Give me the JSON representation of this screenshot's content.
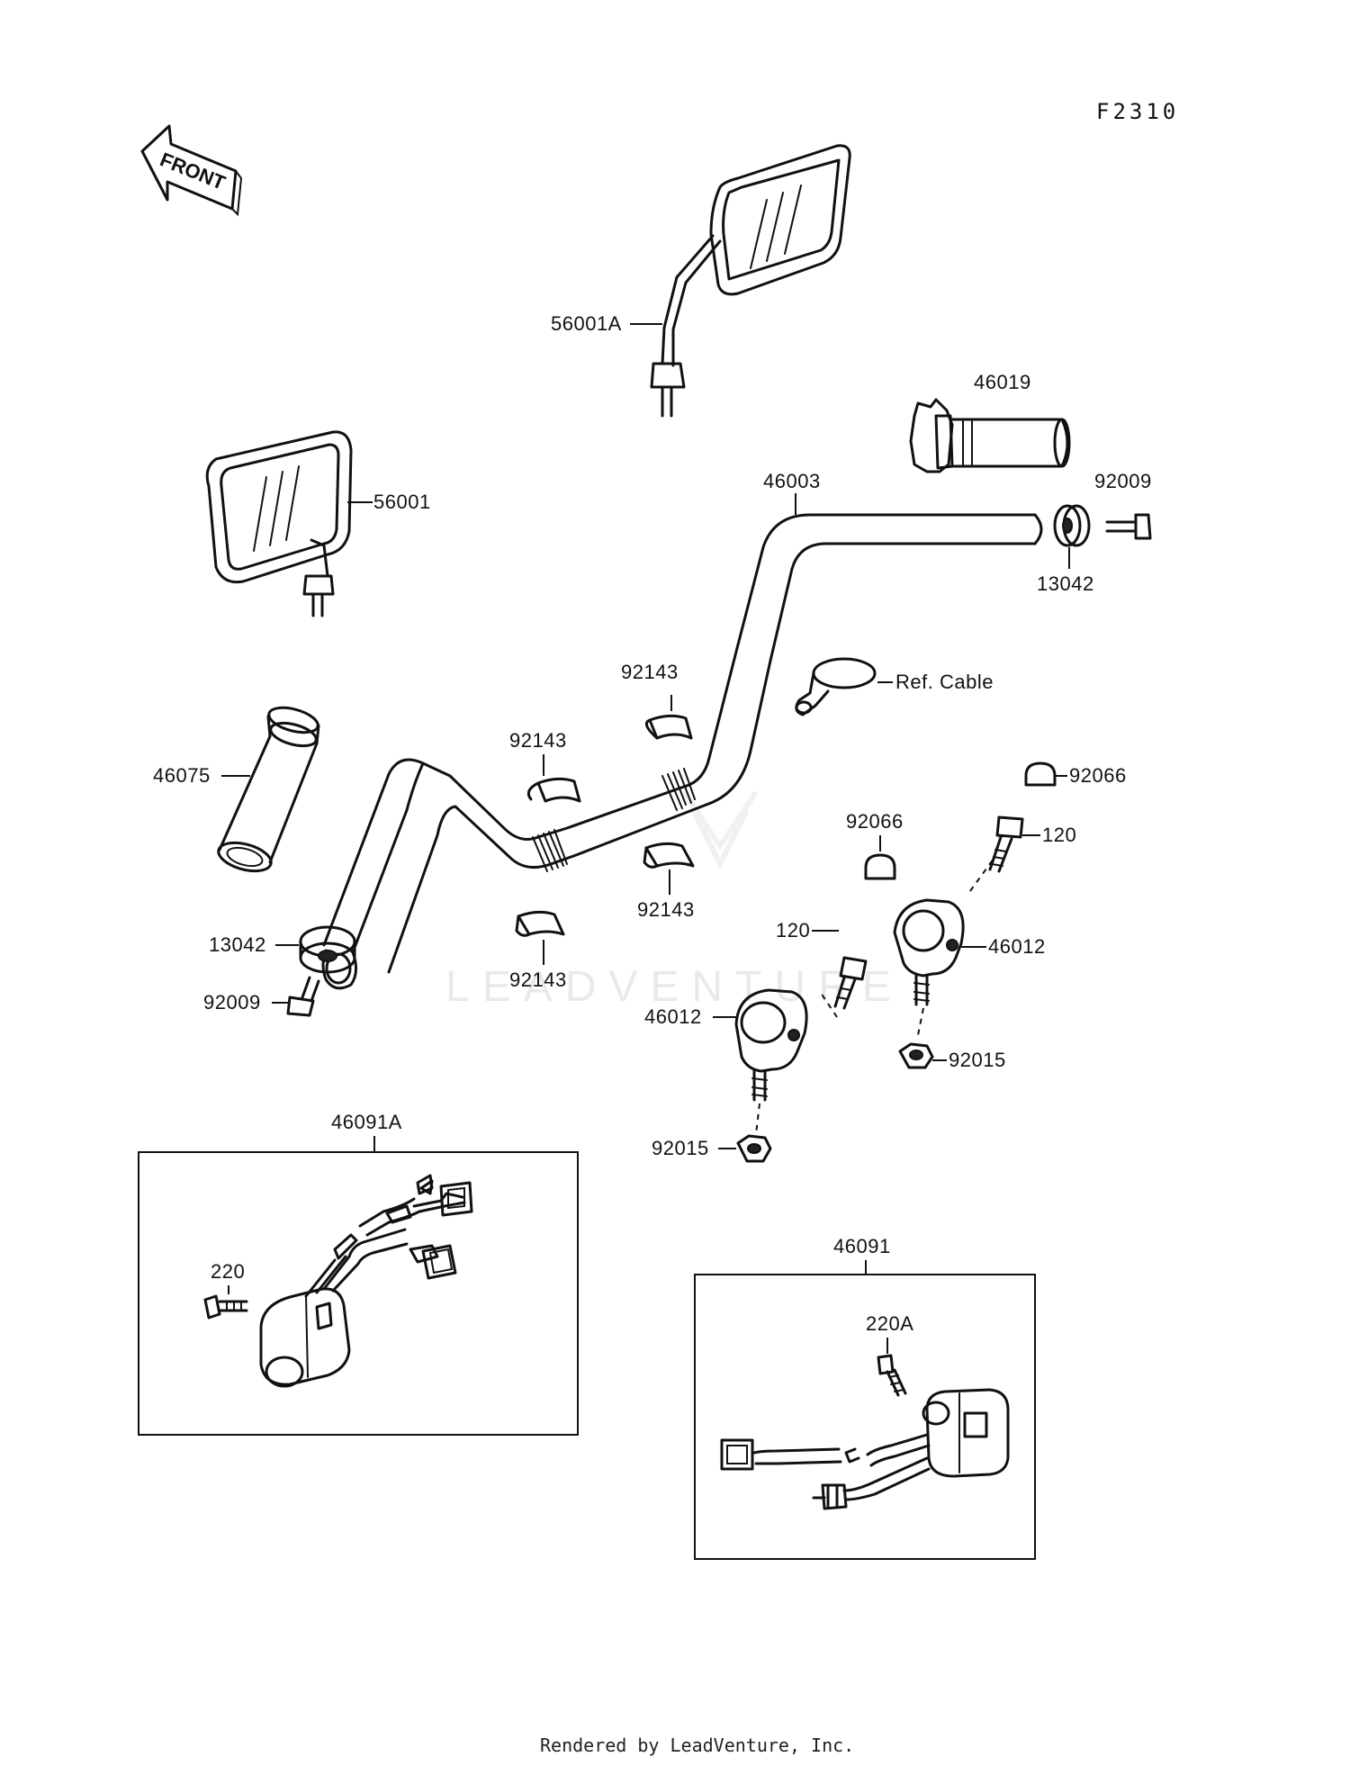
{
  "figure_code": "F2310",
  "front_label": "FRONT",
  "watermark": "LEADVENTURE",
  "footer": "Rendered by LeadVenture, Inc.",
  "labels": {
    "mirror_right": "56001A",
    "mirror_left": "56001",
    "throttle_grip": "46019",
    "handlebar": "46003",
    "bolt_right_end": "92009",
    "weight_right": "13042",
    "ref_cable": "Ref. Cable",
    "collar_top": "92143",
    "collar_left_upper": "92143",
    "collar_right_lower": "92143",
    "collar_left_lower": "92143",
    "left_grip": "46075",
    "weight_left": "13042",
    "bolt_left_end": "92009",
    "cap_right": "92066",
    "cap_center": "92066",
    "bolt_120_right": "120",
    "bolt_120_left": "120",
    "holder_right": "46012",
    "holder_left": "46012",
    "nut_right": "92015",
    "nut_left": "92015",
    "switch_left_box": "46091A",
    "screw_220": "220",
    "switch_right_box": "46091",
    "screw_220a": "220A"
  }
}
